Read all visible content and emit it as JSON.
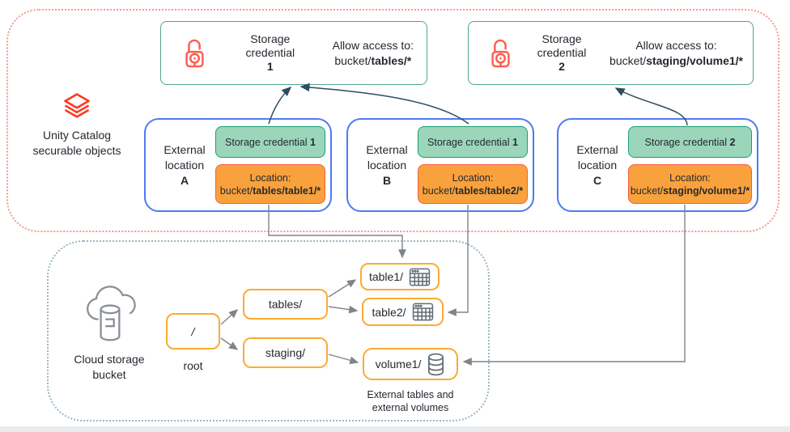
{
  "colors": {
    "brand_red": "#FF3621",
    "lock_red": "#FD5E50",
    "dotted_red": "#F5998F",
    "dotted_blue": "#9DB6C6",
    "credential_border": "#4FA58C",
    "location_border": "#4C7BF3",
    "green_fill": "#9CD6BA",
    "green_border": "#169F74",
    "orange_fill": "#F9A13C",
    "orange_border": "#F55B47",
    "folder_border": "#FBAB33",
    "arrow_dark": "#2E4D5F",
    "arrow_gray": "#7F8488",
    "icon_gray": "#5F6B76",
    "cloud_gray": "#8A9097",
    "text": "#232930",
    "footer_bar": "#E8ECEF"
  },
  "unity": {
    "label_line1": "Unity Catalog",
    "label_line2": "securable objects",
    "credentials": [
      {
        "title_line1": "Storage",
        "title_line2": "credential",
        "number": "1",
        "allow": "Allow access to:",
        "path_prefix": "bucket/",
        "path_bold": "tables/*"
      },
      {
        "title_line1": "Storage",
        "title_line2": "credential",
        "number": "2",
        "allow": "Allow access to:",
        "path_prefix": "bucket/",
        "path_bold": "staging/volume1/*"
      }
    ],
    "locations": [
      {
        "label_line1": "External",
        "label_line2": "location",
        "letter": "A",
        "cred_label": "Storage credential ",
        "cred_number": "1",
        "loc_label": "Location:",
        "path_prefix": "bucket/",
        "path_bold": "tables/table1/*"
      },
      {
        "label_line1": "External",
        "label_line2": "location",
        "letter": "B",
        "cred_label": "Storage credential ",
        "cred_number": "1",
        "loc_label": "Location:",
        "path_prefix": "bucket/",
        "path_bold": "tables/table2/*"
      },
      {
        "label_line1": "External",
        "label_line2": "location",
        "letter": "C",
        "cred_label": "Storage credential ",
        "cred_number": "2",
        "loc_label": "Location:",
        "path_prefix": "bucket/",
        "path_bold": "staging/volume1/*"
      }
    ]
  },
  "bucket": {
    "label_line1": "Cloud storage",
    "label_line2": "bucket",
    "root_text": "/",
    "root_caption": "root",
    "folder_tables": "tables/",
    "folder_staging": "staging/",
    "leaf_table1": "table1/",
    "leaf_table2": "table2/",
    "leaf_volume1": "volume1/",
    "caption_line1": "External tables and",
    "caption_line2": "external volumes"
  }
}
